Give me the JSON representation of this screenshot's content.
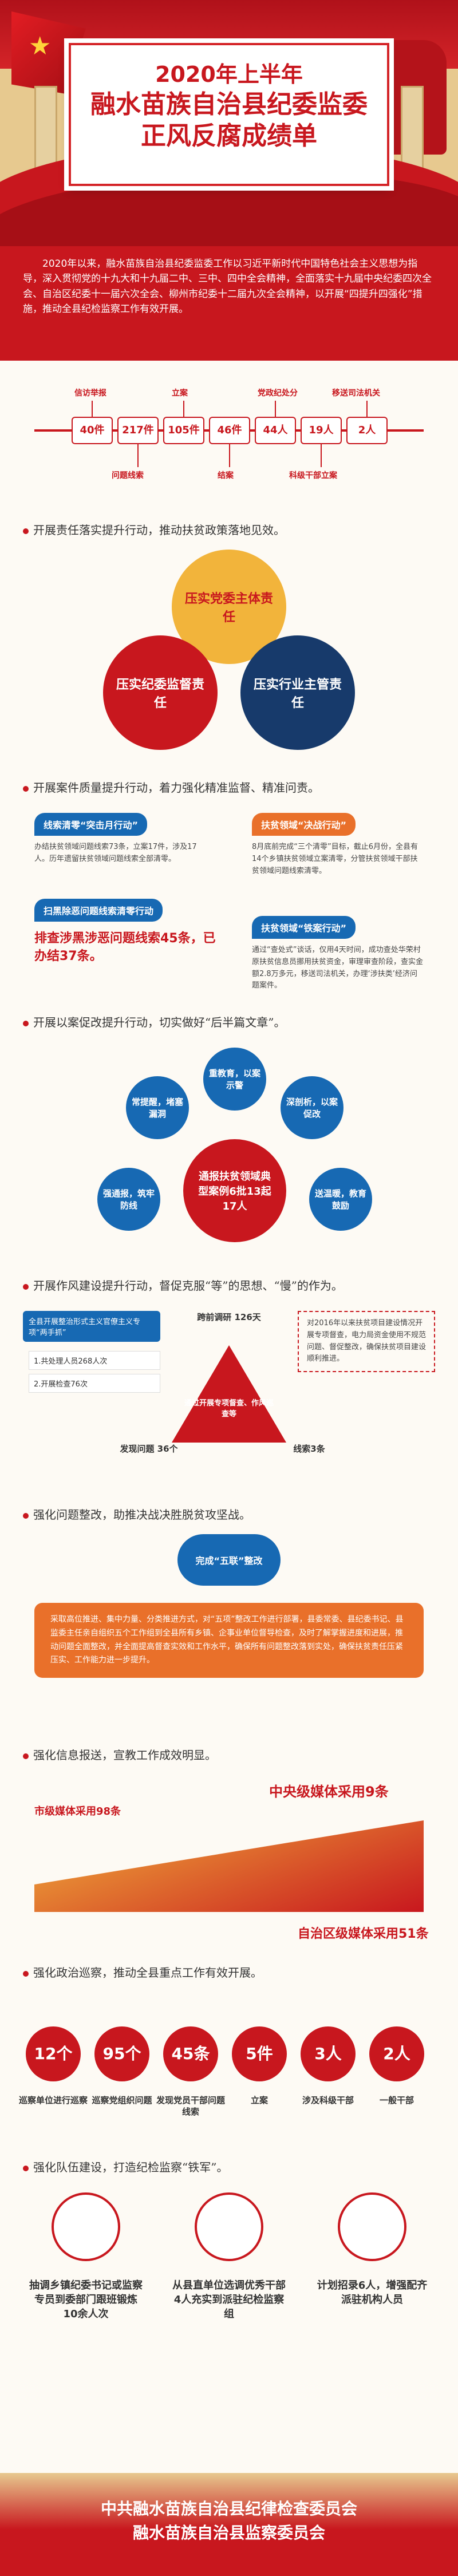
{
  "header": {
    "title_line1": "2020年上半年",
    "title_line2": "融水苗族自治县纪委监委",
    "title_line3": "正风反腐成绩单"
  },
  "intro": {
    "text": "2020年以来，融水苗族自治县纪委监委工作以习近平新时代中国特色社会主义思想为指导，深入贯彻党的十九大和十九届二中、三中、四中全会精神，全面落实十九届中央纪委四次全会、自治区纪委十一届六次全会、柳州市纪委十二届九次全会精神，以开展“四提升四强化”措施，推动全县纪检监察工作有效开展。"
  },
  "stats": {
    "values": [
      "40件",
      "217件",
      "105件",
      "46件",
      "44人",
      "19人",
      "2人"
    ],
    "labels_up": [
      "信访举报",
      "立案",
      "党政纪处分",
      "移送司法机关"
    ],
    "labels_down": [
      "问题线索",
      "结案",
      "科级干部立案"
    ]
  },
  "sections": {
    "s1": "开展责任落实提升行动，推动扶贫政策落地见效。",
    "s2": "开展案件质量提升行动，着力强化精准监督、精准问责。",
    "s3": "开展以案促改提升行动，切实做好“后半篇文章”。",
    "s4": "开展作风建设提升行动，督促克服“等”的思想、“慢”的作为。",
    "s5": "强化问题整改，助推决战决胜脱贫攻坚战。",
    "s6": "强化信息报送，宣教工作成效明显。",
    "s7": "强化政治巡察，推动全县重点工作有效开展。",
    "s8": "强化队伍建设，打造纪检监察“铁军”。"
  },
  "responsibility": {
    "c1": "压实党委主体责任",
    "c2": "压实纪委监督责任",
    "c3": "压实行业主管责任"
  },
  "cases": {
    "tab1": "线索清零“突击月行动”",
    "text1": "办结扶贫领域问题线索73条，立案17件，涉及17人。历年遗留扶贫领域问题线索全部清零。",
    "tab2": "扶贫领域“决战行动”",
    "text2": "8月底前完成“三个清零”目标，截止6月份，全县有14个乡镇扶贫领域立案清零，分管扶贫领域干部扶贫领域问题线索清零。",
    "tab3": "扫黑除恶问题线索清零行动",
    "big3": "排查涉黑涉恶问题线索45条，已办结37条。",
    "tab4": "扶贫领域“铁案行动”",
    "text4": "通过“查处式”谈话，仅用4天时间，成功查处华荣村原扶贫信息员挪用扶贫资金，审理审查阶段，查实金额2.8万多元，移送司法机关，办理‘涉扶类’经济问题案件。"
  },
  "reform": {
    "hub": "通报扶贫领域典型案例6批13起17人",
    "n1": "常提醒，堵塞漏洞",
    "n2": "重教育，以案示警",
    "n3": "深剖析，以案促改",
    "n4": "强通报，筑牢防线",
    "n5": "送温暖，教育鼓励"
  },
  "style_action": {
    "left_head": "全县开展整治形式主义官僚主义专项“两手抓”",
    "left_1": "1.共处理人员268人次",
    "left_2": "2.开展检查76次",
    "top_label": "跨前调研 126天",
    "right_note": "对2016年以来扶贫项目建设情况开展专项督查，电力局资金使用不规范问题、督促整改，确保扶贫项目建设顺利推进。",
    "tri_center": "通过开展专项督查、作风巡查等",
    "left_label": "发现问题 36个",
    "right_label": "线索3条"
  },
  "rectify": {
    "badge": "完成“五联”整改",
    "text": "采取高位推进、集中力量、分类推进方式，对“五项”整改工作进行部署，县委常委、县纪委书记、县监委主任亲自组织五个工作组到全县所有乡镇、企事业单位督导检查，及时了解掌握进度和进展，推动问题全面整改，并全面提高督查实效和工作水平，确保所有问题整改落到实处，确保扶贫责任压紧压实、工作能力进一步提升。"
  },
  "media": {
    "central": "中央级媒体采用9条",
    "city": "市级媒体采用98条",
    "region": "自治区级媒体采用51条"
  },
  "patrol": {
    "values": [
      "12个",
      "95个",
      "45条",
      "5件",
      "3人",
      "2人"
    ],
    "labels": [
      "巡察单位进行巡察",
      "巡察党组织问题",
      "发现党员干部问题线索",
      "立案",
      "涉及科级干部",
      "一般干部"
    ]
  },
  "team": {
    "t1": "抽调乡镇纪委书记或监察专员到委部门跟班锻炼10余人次",
    "t2": "从县直单位选调优秀干部4人充实到派驻纪检监察组",
    "t3": "计划招录6人，增强配齐派驻机构人员"
  },
  "footer": {
    "line1": "中共融水苗族自治县纪律检查委员会",
    "line2": "融水苗族自治县监察委员会"
  },
  "colors": {
    "primary_red": "#c8171e",
    "orange": "#e9702a",
    "navy": "#173a6b",
    "blue": "#1769b3",
    "gold": "#f2b43b"
  }
}
